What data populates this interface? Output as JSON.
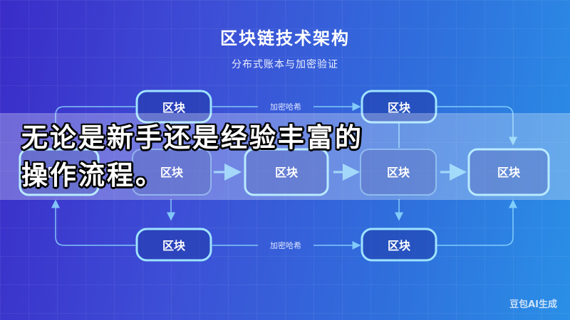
{
  "title": "区块链技术架构",
  "subtitle": "分布式账本与加密验证",
  "block_label": "区块",
  "link_label": "加密哈希",
  "caption": {
    "line1": "无论是新手还是经验丰富的",
    "line2": "操作流程。"
  },
  "watermark": "豆包AI生成",
  "colors": {
    "node_stroke": "#9fe3ff",
    "node_fill": "#1f3aa8",
    "arrow": "#8fdcff"
  }
}
